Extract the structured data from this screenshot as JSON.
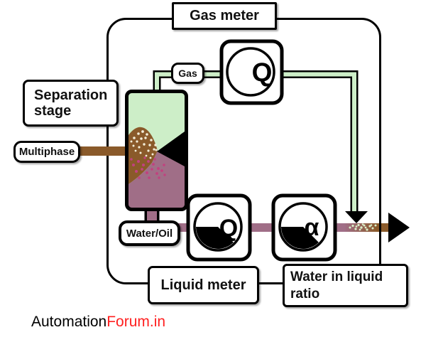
{
  "diagram": {
    "system_labels": {
      "gas_meter": "Gas meter",
      "separation_stage_line1": "Separation",
      "separation_stage_line2": "stage",
      "liquid_meter": "Liquid meter",
      "water_in_liquid_ratio_line1": "Water in liquid",
      "water_in_liquid_ratio_line2": "ratio"
    },
    "stream_labels": {
      "multiphase": "Multiphase",
      "gas": "Gas",
      "water_oil": "Water/Oil"
    },
    "meters": {
      "gas_flow_symbol": "Q",
      "liquid_flow_symbol": "Q",
      "water_ratio_symbol": "α"
    },
    "colors": {
      "gas_stream": "#cdeec8",
      "oil_stream": "#8a5a2a",
      "water_oil_stream": "#a06e87",
      "speckle_cream": "#f3eed9",
      "speckle_magenta": "#c2417f",
      "outline": "#000000"
    }
  },
  "footer": {
    "brand_part1": "Automation",
    "brand_part2": "Forum.in",
    "brand_part2_color": "#ff2020"
  }
}
